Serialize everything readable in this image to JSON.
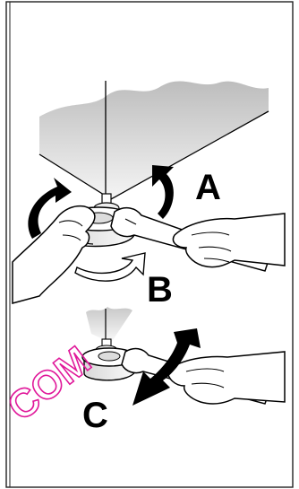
{
  "labels": {
    "a": "A",
    "b": "B",
    "c": "C"
  },
  "watermark": {
    "text": "COM",
    "color": "#e0189a"
  },
  "colors": {
    "ink": "#000000",
    "border": "#222222",
    "ceiling_shade": "#cfcfcf",
    "hand_fill": "#ffffff"
  },
  "icons": [
    "rotate-clockwise-arrow",
    "rotate-counterclockwise-arrow",
    "pull-direction-arrow",
    "wrench",
    "hand"
  ]
}
